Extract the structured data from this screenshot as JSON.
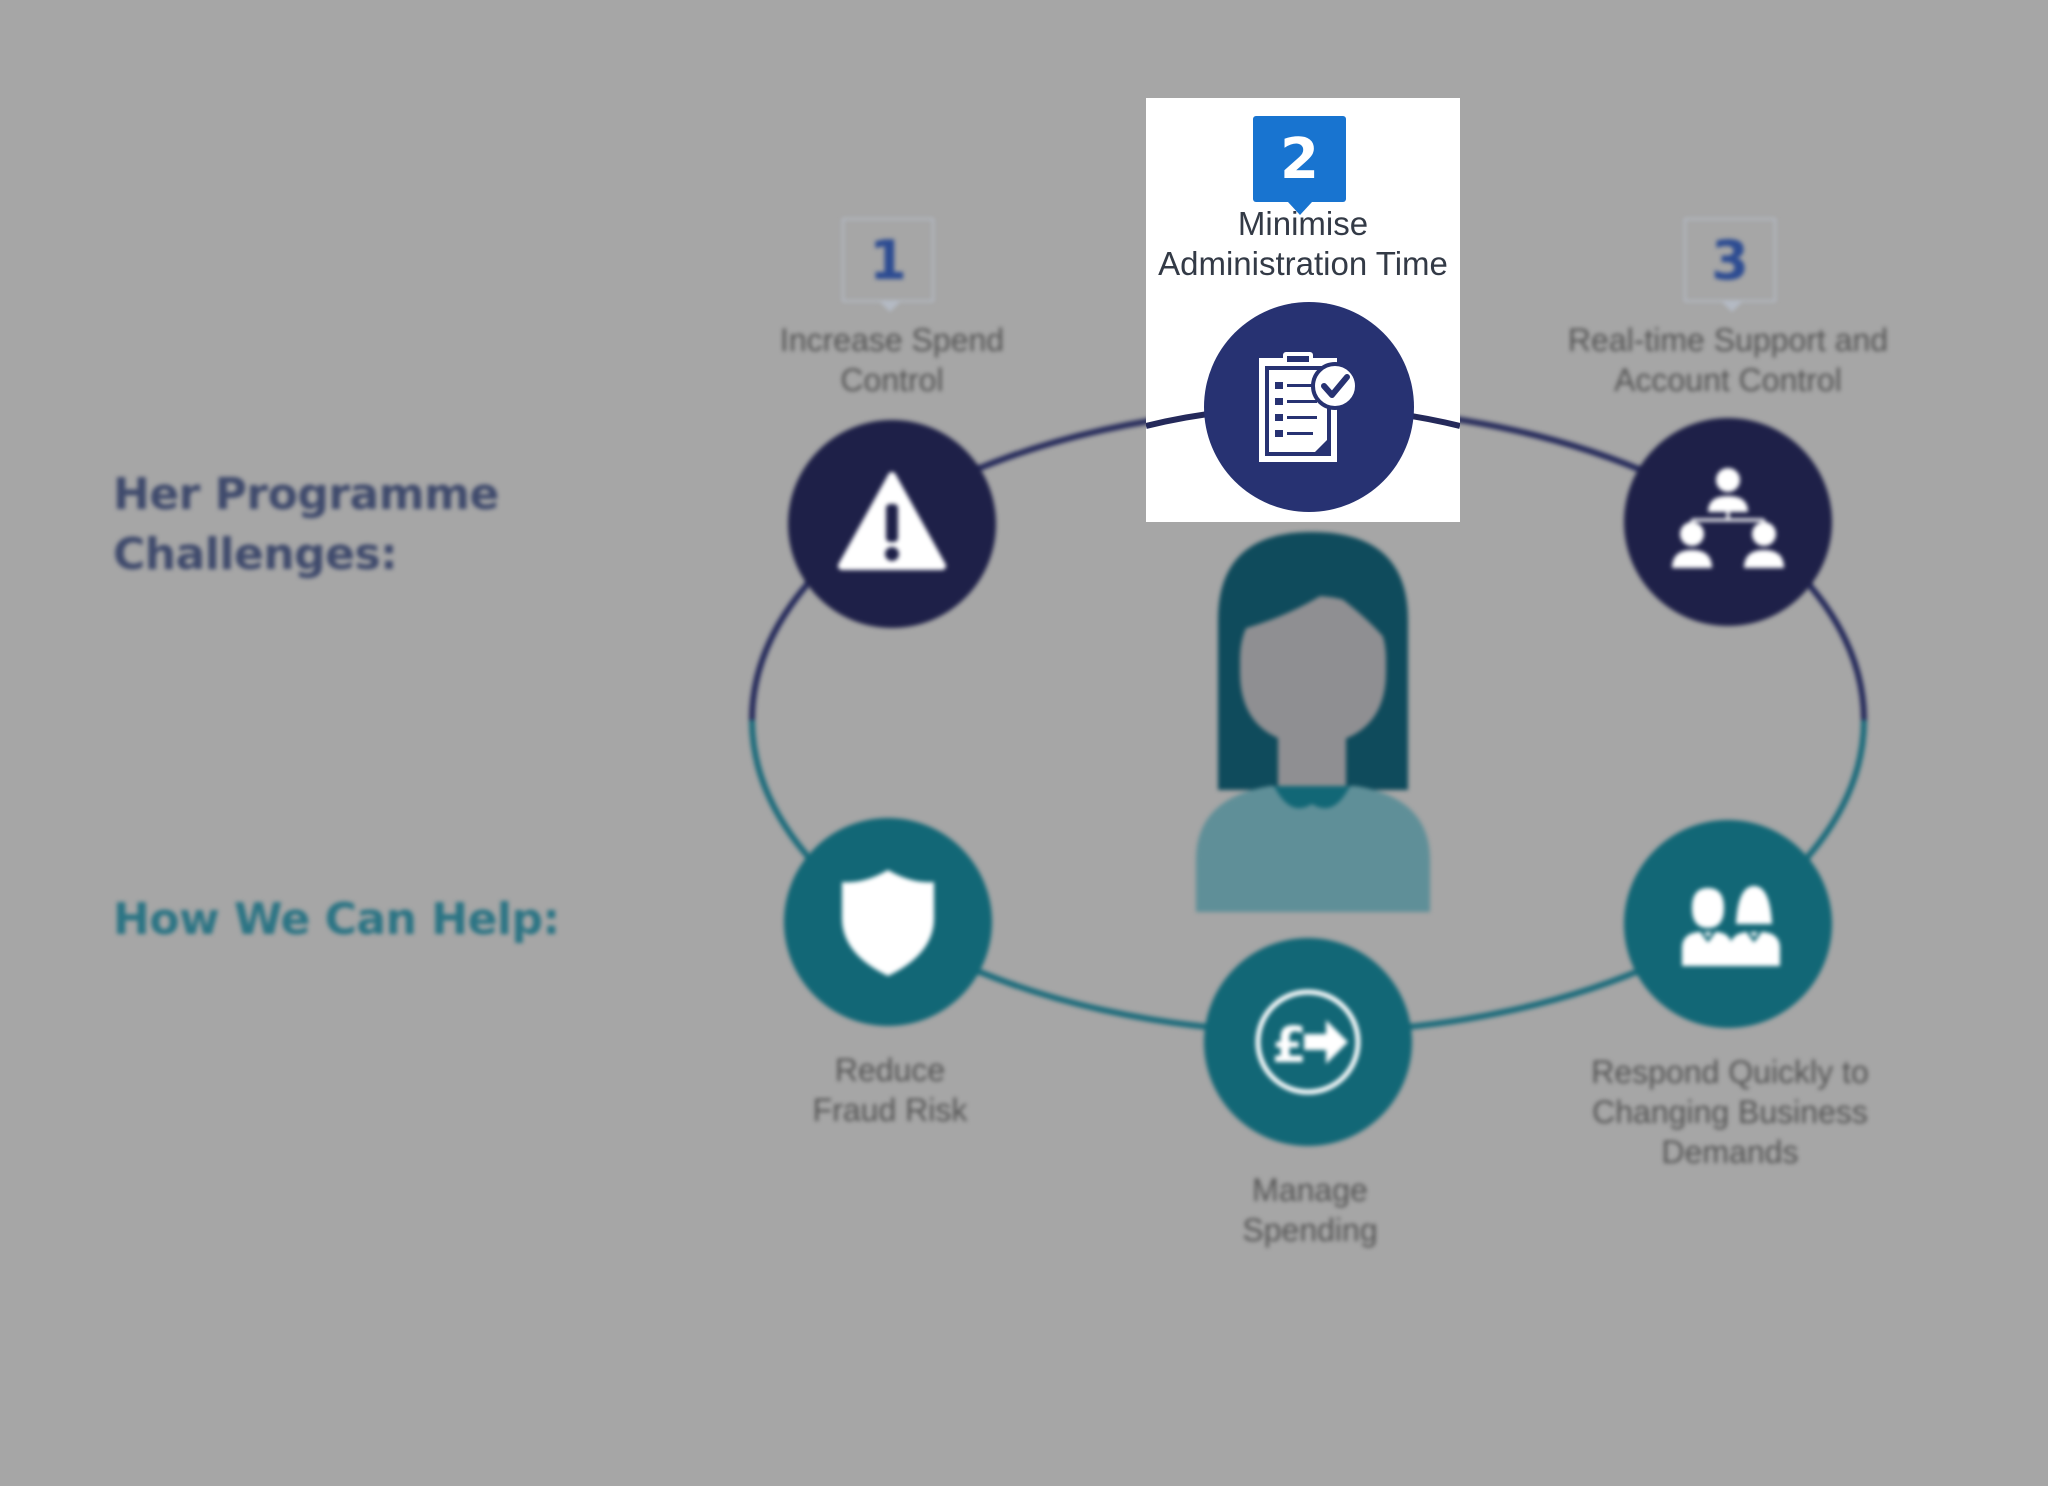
{
  "headings": {
    "challenges_line1": "Her Programme",
    "challenges_line2": "Challenges:",
    "help": "How We Can Help:"
  },
  "challenges": [
    {
      "number": "1",
      "line1": "Increase Spend",
      "line2": "Control",
      "icon": "warning-icon"
    },
    {
      "number": "2",
      "line1": "Minimise",
      "line2": "Administration Time",
      "icon": "checklist-icon",
      "highlighted": true
    },
    {
      "number": "3",
      "line1": "Real-time Support and",
      "line2": "Account Control",
      "icon": "org-chart-icon"
    }
  ],
  "solutions": [
    {
      "line1": "Reduce",
      "line2": "Fraud Risk",
      "icon": "shield-icon"
    },
    {
      "line1": "Manage",
      "line2": "Spending",
      "icon": "pound-transfer-icon"
    },
    {
      "line1": "Respond Quickly to",
      "line2": "Changing Business",
      "line3": "Demands",
      "icon": "people-icon"
    }
  ],
  "center": {
    "icon": "woman-avatar-icon"
  },
  "colors": {
    "background": "#a6a6a6",
    "challenge_dark": "#1e2048",
    "highlight_node": "#273272",
    "solution_teal": "#126776",
    "badge_blue": "#1874d0"
  }
}
